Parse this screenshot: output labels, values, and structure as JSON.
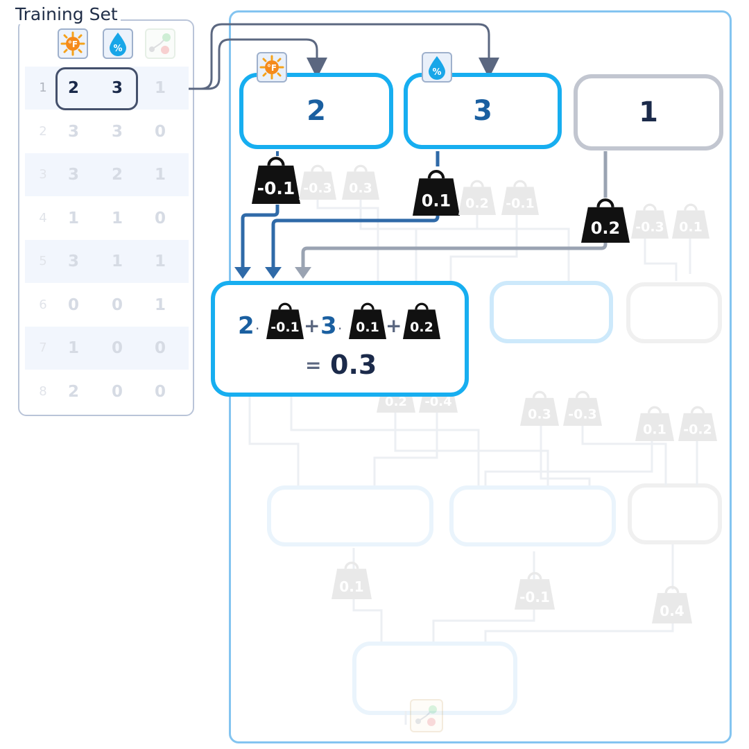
{
  "training_set": {
    "title": "Training Set",
    "columns": [
      "temperature-icon",
      "humidity-icon",
      "label-icon"
    ],
    "rows": [
      {
        "index": "1",
        "a": "2",
        "b": "3",
        "c": "1"
      },
      {
        "index": "2",
        "a": "3",
        "b": "3",
        "c": "0"
      },
      {
        "index": "3",
        "a": "3",
        "b": "2",
        "c": "1"
      },
      {
        "index": "4",
        "a": "1",
        "b": "1",
        "c": "0"
      },
      {
        "index": "5",
        "a": "3",
        "b": "1",
        "c": "1"
      },
      {
        "index": "6",
        "a": "0",
        "b": "0",
        "c": "1"
      },
      {
        "index": "7",
        "a": "1",
        "b": "0",
        "c": "0"
      },
      {
        "index": "8",
        "a": "2",
        "b": "0",
        "c": "0"
      }
    ],
    "active_row": 0
  },
  "network": {
    "inputs": [
      {
        "value": "2",
        "icon": "temperature-icon"
      },
      {
        "value": "3",
        "icon": "humidity-icon"
      },
      {
        "value": "1"
      }
    ],
    "weights_group1": [
      "-0.1",
      "-0.3",
      "0.3"
    ],
    "weights_group2": [
      "0.1",
      "0.2",
      "-0.1"
    ],
    "weights_group3": [
      "0.2",
      "-0.3",
      "0.1"
    ],
    "hidden_weights": [
      "0.2",
      "-0.4",
      "0.3",
      "-0.3",
      "0.1",
      "-0.2"
    ],
    "output_weights": [
      "0.1",
      "-0.1",
      "0.4"
    ],
    "calculation": {
      "x1": "2",
      "w1": "-0.1",
      "x2": "3",
      "w2": "0.1",
      "w3": "0.2",
      "plus": "+",
      "dot": "·",
      "equals": "=",
      "result": "0.3"
    },
    "colors": {
      "accent": "#17aef0",
      "dark": "#1b2a4a",
      "value_blue": "#1a5fa0",
      "connector": "#5b6780"
    }
  }
}
